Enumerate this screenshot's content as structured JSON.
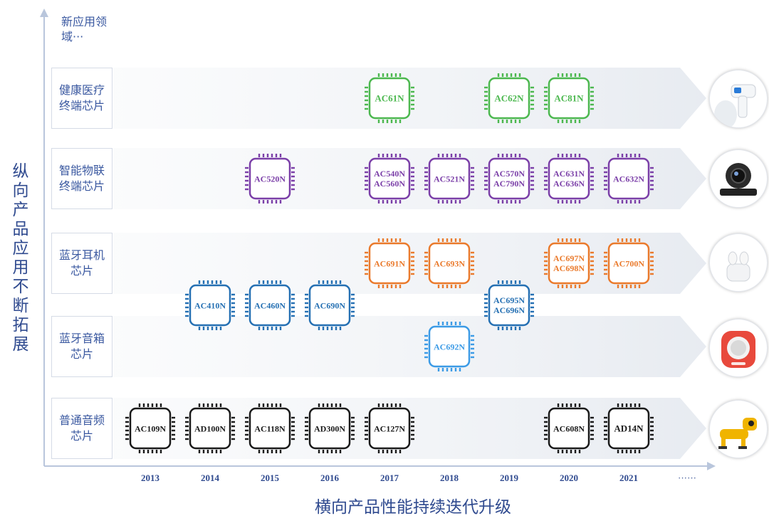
{
  "y_axis_title": "纵向产品应用不断拓展",
  "x_axis_title": "横向产品性能持续迭代升级",
  "new_field_label": "新应用领域···",
  "years": [
    "2013",
    "2014",
    "2015",
    "2016",
    "2017",
    "2018",
    "2019",
    "2020",
    "2021"
  ],
  "years_more": "······",
  "rows": [
    {
      "label": "健康医疗终端芯片",
      "icon": "thermometer-icon"
    },
    {
      "label": "智能物联终端芯片",
      "icon": "camera-icon"
    },
    {
      "label": "蓝牙耳机芯片",
      "icon": "earbuds-icon"
    },
    {
      "label": "蓝牙音箱芯片",
      "icon": "speaker-icon"
    },
    {
      "label": "普通音频芯片",
      "icon": "robot-dog-icon"
    }
  ],
  "colors": {
    "health": "#4cb84f",
    "iot": "#7b3fa8",
    "earphone": "#ea7a2c",
    "speaker_dark": "#2570b3",
    "speaker_light": "#3c9be6",
    "audio": "#1a1a1a",
    "axis": "#b9c6dc",
    "label_text": "#3a58a0"
  },
  "chips": [
    {
      "row": 0,
      "year": "2017",
      "names": [
        "AC61N"
      ],
      "color": "health"
    },
    {
      "row": 0,
      "year": "2019",
      "names": [
        "AC62N"
      ],
      "color": "health"
    },
    {
      "row": 0,
      "year": "2020",
      "names": [
        "AC81N"
      ],
      "color": "health"
    },
    {
      "row": 1,
      "year": "2015",
      "names": [
        "AC520N"
      ],
      "color": "iot"
    },
    {
      "row": 1,
      "year": "2017",
      "names": [
        "AC540N",
        "AC560N"
      ],
      "color": "iot"
    },
    {
      "row": 1,
      "year": "2018",
      "names": [
        "AC521N"
      ],
      "color": "iot"
    },
    {
      "row": 1,
      "year": "2019",
      "names": [
        "AC570N",
        "AC790N"
      ],
      "color": "iot"
    },
    {
      "row": 1,
      "year": "2020",
      "names": [
        "AC631N",
        "AC636N"
      ],
      "color": "iot"
    },
    {
      "row": 1,
      "year": "2021",
      "names": [
        "AC632N"
      ],
      "color": "iot"
    },
    {
      "row": 2,
      "year": "2017",
      "names": [
        "AC691N"
      ],
      "color": "earphone"
    },
    {
      "row": 2,
      "year": "2018",
      "names": [
        "AC693N"
      ],
      "color": "earphone"
    },
    {
      "row": 2,
      "year": "2020",
      "names": [
        "AC697N",
        "AC698N"
      ],
      "color": "earphone"
    },
    {
      "row": 2,
      "year": "2021",
      "names": [
        "AC700N"
      ],
      "color": "earphone"
    },
    {
      "row": 2.5,
      "year": "2014",
      "names": [
        "AC410N"
      ],
      "color": "speaker_dark"
    },
    {
      "row": 2.5,
      "year": "2015",
      "names": [
        "AC460N"
      ],
      "color": "speaker_dark"
    },
    {
      "row": 2.5,
      "year": "2016",
      "names": [
        "AC690N"
      ],
      "color": "speaker_dark"
    },
    {
      "row": 2.5,
      "year": "2019",
      "names": [
        "AC695N",
        "AC696N"
      ],
      "color": "speaker_dark"
    },
    {
      "row": 3,
      "year": "2018",
      "names": [
        "AC692N"
      ],
      "color": "speaker_light"
    },
    {
      "row": 4,
      "year": "2013",
      "names": [
        "AC109N"
      ],
      "color": "audio"
    },
    {
      "row": 4,
      "year": "2014",
      "names": [
        "AD100N"
      ],
      "color": "audio"
    },
    {
      "row": 4,
      "year": "2015",
      "names": [
        "AC118N"
      ],
      "color": "audio"
    },
    {
      "row": 4,
      "year": "2016",
      "names": [
        "AD300N"
      ],
      "color": "audio"
    },
    {
      "row": 4,
      "year": "2017",
      "names": [
        "AC127N"
      ],
      "color": "audio"
    },
    {
      "row": 4,
      "year": "2020",
      "names": [
        "AC608N"
      ],
      "color": "audio"
    },
    {
      "row": 4,
      "year": "2021",
      "names": [
        "AD14N"
      ],
      "color": "audio"
    }
  ]
}
